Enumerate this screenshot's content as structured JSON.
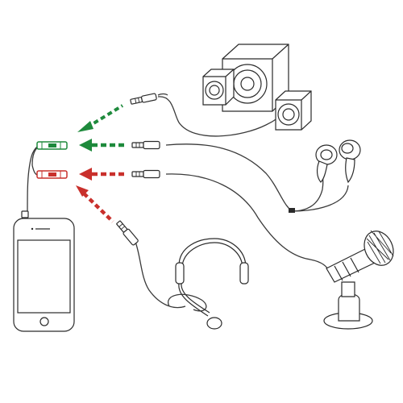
{
  "colors": {
    "green": "#1e8a3c",
    "red": "#c9302c",
    "outline": "#2a2a2a",
    "background": "#ffffff"
  },
  "devices": [
    {
      "name": "smartphone",
      "icon": "smartphone-icon"
    },
    {
      "name": "speakers",
      "icon": "speaker-system-icon"
    },
    {
      "name": "earphones",
      "icon": "earphones-icon"
    },
    {
      "name": "microphone",
      "icon": "desktop-microphone-icon"
    },
    {
      "name": "headset",
      "icon": "headset-icon"
    }
  ],
  "splitter": {
    "ports": [
      "green-port",
      "red-port"
    ]
  },
  "connections": [
    {
      "from": "speakers",
      "to": "splitter",
      "color": "green"
    },
    {
      "from": "earphones",
      "to": "splitter",
      "color": "green"
    },
    {
      "from": "microphone",
      "to": "splitter",
      "color": "red"
    },
    {
      "from": "headset",
      "to": "splitter",
      "color": "red"
    }
  ]
}
